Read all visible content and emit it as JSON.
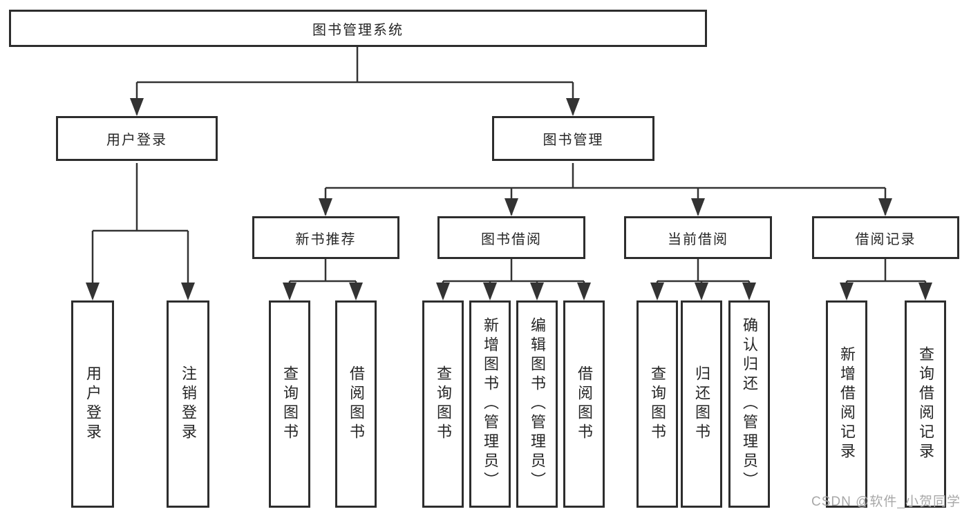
{
  "diagram": {
    "watermark": "CSDN @软件_小贺同学",
    "colors": {
      "line": "#333333",
      "box_border": "#2d2d2d",
      "box_background": "#ffffff",
      "text": "#262626",
      "watermark_text": "#a8a8a8",
      "page_background": "#ffffff"
    },
    "tree": {
      "root": {
        "label": "图书管理系统",
        "children": [
          {
            "label": "用户登录",
            "children": [
              {
                "label": "用户登录"
              },
              {
                "label": "注销登录"
              }
            ]
          },
          {
            "label": "图书管理",
            "children": [
              {
                "label": "新书推荐",
                "children": [
                  {
                    "label": "查询图书"
                  },
                  {
                    "label": "借阅图书"
                  }
                ]
              },
              {
                "label": "图书借阅",
                "children": [
                  {
                    "label": "查询图书"
                  },
                  {
                    "label": "新增图书（管理员）"
                  },
                  {
                    "label": "编辑图书（管理员）"
                  },
                  {
                    "label": "借阅图书"
                  }
                ]
              },
              {
                "label": "当前借阅",
                "children": [
                  {
                    "label": "查询图书"
                  },
                  {
                    "label": "归还图书"
                  },
                  {
                    "label": "确认归还（管理员）"
                  }
                ]
              },
              {
                "label": "借阅记录",
                "children": [
                  {
                    "label": "新增借阅记录"
                  },
                  {
                    "label": "查询借阅记录"
                  }
                ]
              }
            ]
          }
        ]
      }
    }
  }
}
